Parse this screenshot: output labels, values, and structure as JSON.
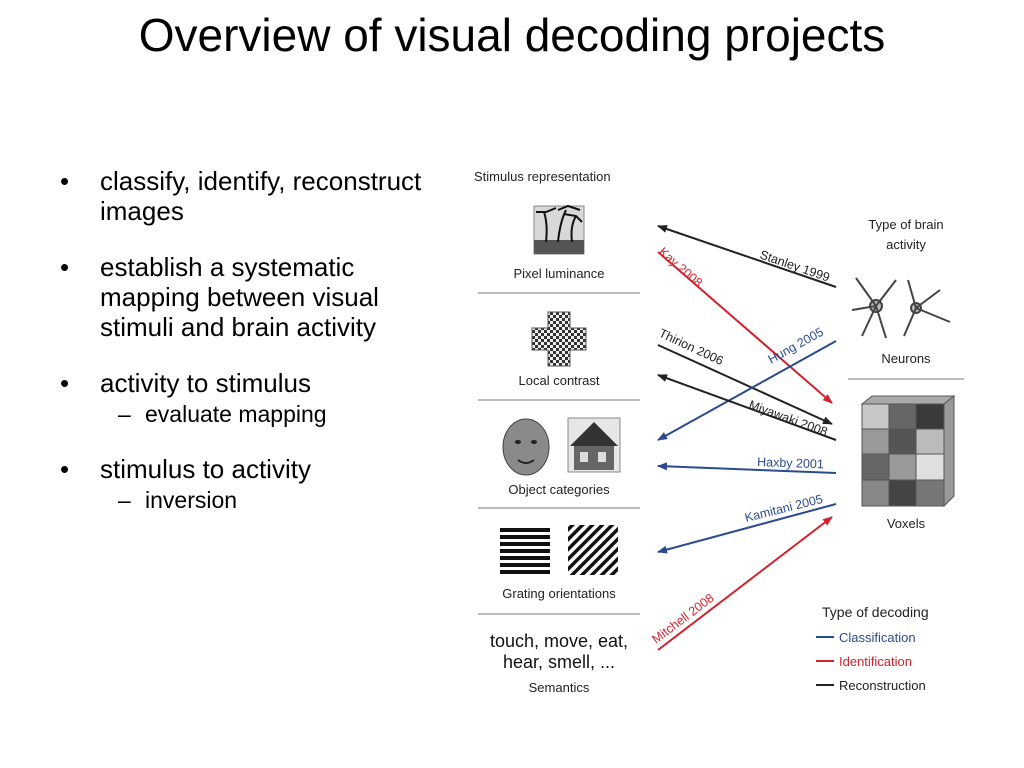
{
  "title": "Overview of visual decoding projects",
  "bullets": [
    {
      "text": "classify, identify, reconstruct images",
      "sub": []
    },
    {
      "text": "establish a systematic mapping between visual stimuli and brain activity",
      "sub": []
    },
    {
      "text": "activity to stimulus",
      "sub": [
        "evaluate mapping"
      ]
    },
    {
      "text": "stimulus to activity",
      "sub": [
        "inversion"
      ]
    }
  ],
  "bullet_glyph": "•",
  "sub_glyph": "–",
  "diagram": {
    "stimulus_heading": "Stimulus representation",
    "stimuli": [
      "Pixel luminance",
      "Local contrast",
      "Object categories",
      "Grating orientations",
      "Semantics"
    ],
    "semantics_words": [
      "touch, move, eat,",
      "hear, smell, ..."
    ],
    "brain_heading": [
      "Type of brain",
      "activity"
    ],
    "neurons_label": "Neurons",
    "voxels_label": "Voxels",
    "decoding_heading": "Type of decoding",
    "legend": [
      {
        "label": "Classification",
        "color": "#2b4a8f"
      },
      {
        "label": "Identification",
        "color": "#d2222e"
      },
      {
        "label": "Reconstruction",
        "color": "#222222"
      }
    ],
    "studies": [
      {
        "label": "Stanley 1999",
        "type": "Reconstruction"
      },
      {
        "label": "Kay 2008",
        "type": "Identification"
      },
      {
        "label": "Thirion 2006",
        "type": "Reconstruction"
      },
      {
        "label": "Hung 2005",
        "type": "Classification"
      },
      {
        "label": "Miyawaki 2008",
        "type": "Reconstruction"
      },
      {
        "label": "Haxby 2001",
        "type": "Classification"
      },
      {
        "label": "Kamitani 2005",
        "type": "Classification"
      },
      {
        "label": "Mitchell 2008",
        "type": "Identification"
      }
    ]
  }
}
